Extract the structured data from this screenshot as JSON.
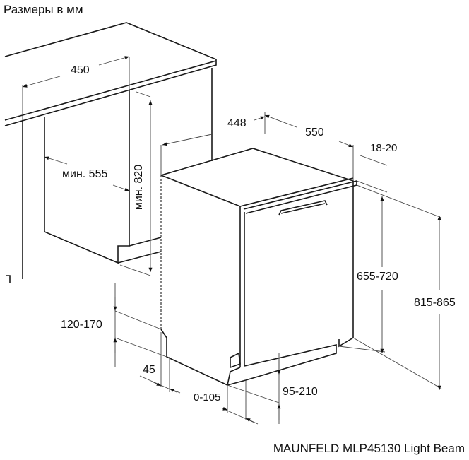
{
  "title": "Размеры в мм",
  "dimensions": {
    "countertop_depth": "450",
    "niche_depth": "мин. 555",
    "niche_height": "мин. 820",
    "appliance_width": "448",
    "appliance_depth": "550",
    "door_gap": "18-20",
    "door_height": "655-720",
    "total_height": "815-865",
    "plinth_height": "120-170",
    "plinth_offset": "45",
    "plinth_depth": "0-105",
    "foot_height": "95-210"
  },
  "caption": "MAUNFELD MLP45130 Light Beam"
}
